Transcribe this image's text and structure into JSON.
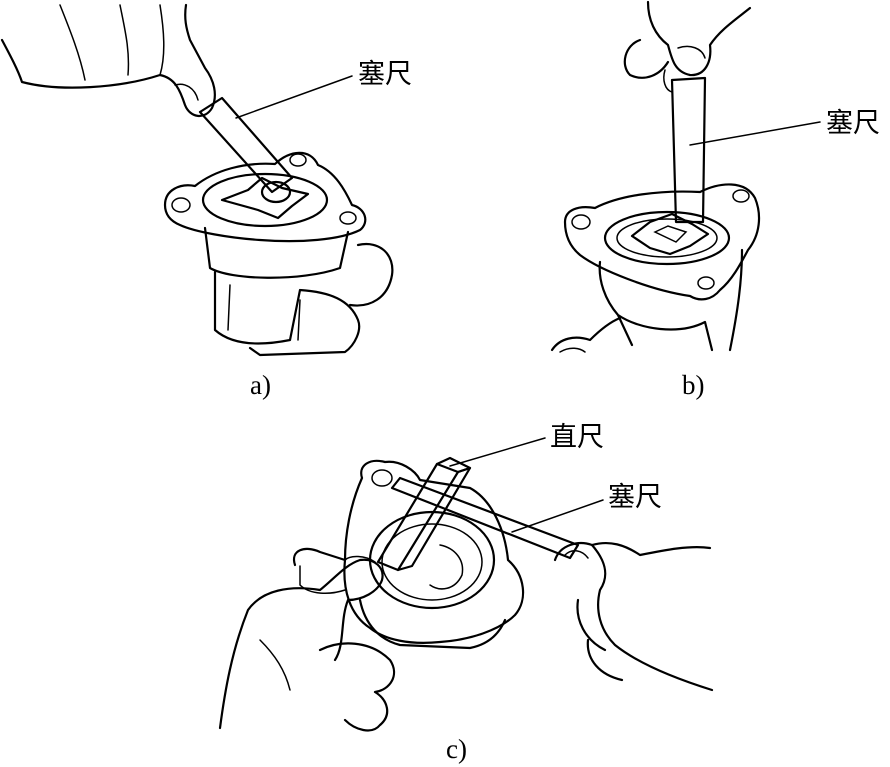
{
  "panels": [
    {
      "caption": "a)",
      "labels": [
        "塞尺"
      ]
    },
    {
      "caption": "b)",
      "labels": [
        "塞尺"
      ]
    },
    {
      "caption": "c)",
      "labels": [
        "直尺",
        "塞尺"
      ]
    }
  ]
}
